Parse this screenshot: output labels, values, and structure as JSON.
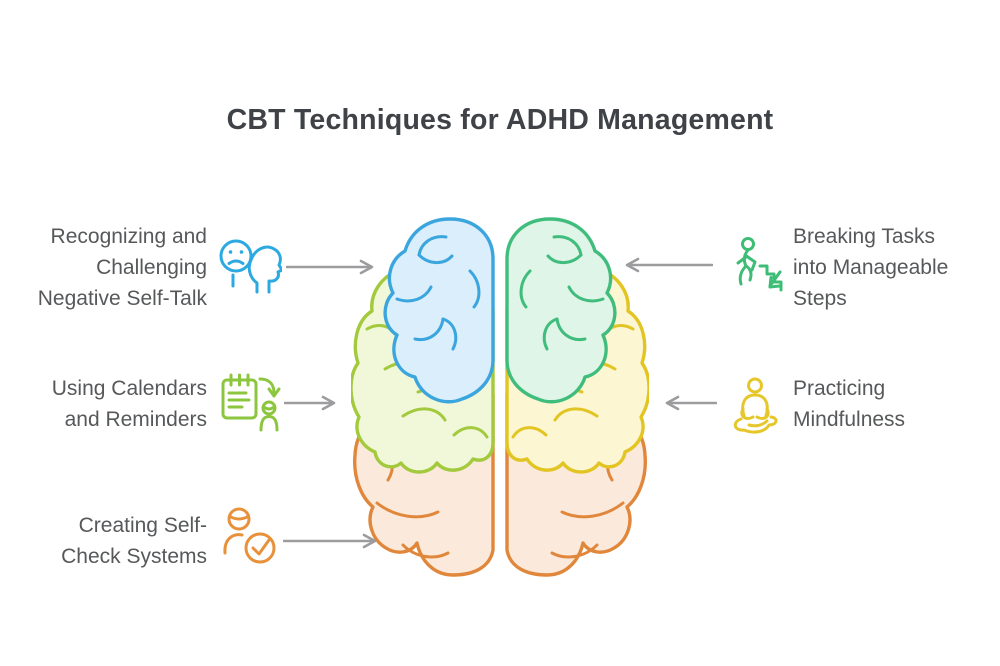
{
  "title": "CBT Techniques for ADHD Management",
  "title_color": "#3F4246",
  "text_color": "#56585A",
  "arrow_color": "#9C9C9E",
  "left_items": [
    {
      "label": "Recognizing and Challenging Negative Self-Talk",
      "lines": [
        "Recognizing and",
        "Challenging",
        "Negative Self-Talk"
      ],
      "icon": "sad-face-head-icon",
      "color": "#2BA9E0"
    },
    {
      "label": "Using Calendars and Reminders",
      "lines": [
        "Using Calendars",
        "and Reminders"
      ],
      "icon": "calendar-reminder-icon",
      "color": "#8CC63F"
    },
    {
      "label": "Creating Self-Check Systems",
      "lines": [
        "Creating Self-",
        "Check Systems"
      ],
      "icon": "person-check-icon",
      "color": "#E8913B"
    }
  ],
  "right_items": [
    {
      "label": "Breaking Tasks into Manageable Steps",
      "lines": [
        "Breaking Tasks",
        "into Manageable",
        "Steps"
      ],
      "icon": "steps-descend-icon",
      "color": "#3EBD77"
    },
    {
      "label": "Practicing Mindfulness",
      "lines": [
        "Practicing",
        "Mindfulness"
      ],
      "icon": "meditation-icon",
      "color": "#E6C72B"
    }
  ],
  "brain": {
    "left": {
      "top_lobe": {
        "stroke": "#3BA5DE",
        "fill": "#DAEEFB"
      },
      "middle_lobe": {
        "stroke": "#A3C93C",
        "fill": "#F1F8DA"
      },
      "bottom_lobe": {
        "stroke": "#E0873B",
        "fill": "#FBEADC"
      }
    },
    "right": {
      "top_lobe": {
        "stroke": "#40BD7D",
        "fill": "#DFF5E7"
      },
      "middle_lobe": {
        "stroke": "#E2C522",
        "fill": "#FCF6D3"
      },
      "bottom_lobe": {
        "stroke": "#E0873B",
        "fill": "#FBEADC"
      }
    }
  }
}
